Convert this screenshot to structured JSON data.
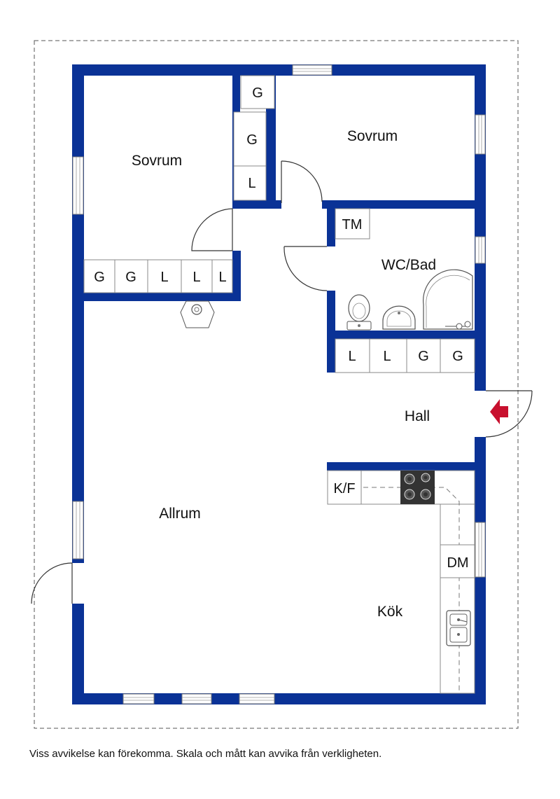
{
  "colors": {
    "wall": "#0a3296",
    "entrance_arrow": "#c8102e",
    "stove": "#333333"
  },
  "rooms": {
    "bedroom_left": "Sovrum",
    "bedroom_right": "Sovrum",
    "bathroom": "WC/Bad",
    "hall": "Hall",
    "living": "Allrum",
    "kitchen": "Kök"
  },
  "storage": {
    "top_small": "G",
    "top_column_1": "G",
    "top_column_2": "L",
    "bedroom_row": [
      "G",
      "G",
      "L",
      "L",
      "L"
    ],
    "hall_row": [
      "L",
      "L",
      "G",
      "G"
    ],
    "washing_machine": "TM",
    "fridge_freezer": "K/F",
    "dishwasher": "DM"
  },
  "icons": [
    "entrance-arrow-icon",
    "fireplace-icon",
    "toilet-icon",
    "washbasin-icon",
    "shower-icon",
    "stove-icon",
    "sink-icon"
  ],
  "disclaimer": "Viss avvikelse kan förekomma. Skala och mått kan avvika från verkligheten."
}
